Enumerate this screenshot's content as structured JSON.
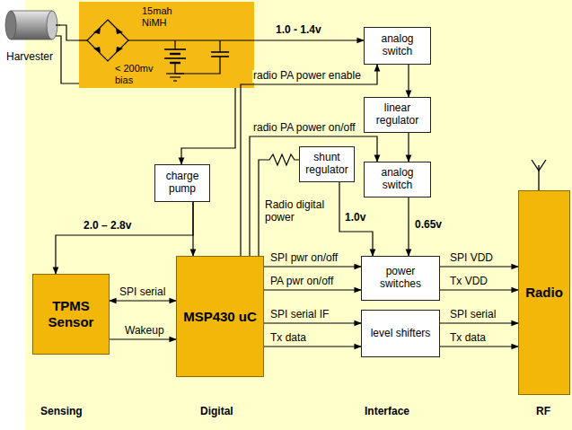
{
  "diagram": {
    "nodes": [
      {
        "text": [
          "Harvester"
        ]
      },
      {
        "text": [
          "15mah NiMH",
          "< 200mv bias"
        ]
      },
      {
        "text": [
          "analog switch"
        ]
      },
      {
        "text": [
          "linear regulator"
        ]
      },
      {
        "text": [
          "analog switch"
        ]
      },
      {
        "text": [
          "charge pump"
        ]
      },
      {
        "text": [
          "shunt regulator"
        ]
      },
      {
        "text": [
          "TPMS Sensor"
        ]
      },
      {
        "text": [
          "MSP430 uC"
        ]
      },
      {
        "text": [
          "power switches"
        ]
      },
      {
        "text": [
          "level shifters"
        ]
      },
      {
        "text": [
          "Radio"
        ]
      }
    ],
    "edges": [
      {
        "from": 0,
        "to": 1,
        "arrow": "none"
      },
      {
        "from": 1,
        "to": 2,
        "label": "1.0 - 1.4v",
        "arrow": "to"
      },
      {
        "from": 1,
        "to": 5,
        "arrow": "to"
      },
      {
        "from": 8,
        "to": 2,
        "label": "radio PA power enable",
        "arrow": "to"
      },
      {
        "from": 2,
        "to": 3,
        "arrow": "to"
      },
      {
        "from": 3,
        "to": 4,
        "arrow": "to"
      },
      {
        "from": 8,
        "to": 4,
        "label": "radio PA power on/off",
        "arrow": "to"
      },
      {
        "from": 8,
        "to": 6,
        "arrow": "none"
      },
      {
        "from": 6,
        "to": 9,
        "label": "1.0v",
        "arrow": "to"
      },
      {
        "from": 4,
        "to": 9,
        "label": "0.65v",
        "arrow": "to"
      },
      {
        "from": 5,
        "to": 8,
        "arrow": "to"
      },
      {
        "from": 5,
        "to": 7,
        "label": "2.0 – 2.8v",
        "arrow": "to"
      },
      {
        "from": 7,
        "to": 8,
        "label": "SPI serial",
        "arrow": "both"
      },
      {
        "from": 7,
        "to": 8,
        "label": "Wakeup",
        "arrow": "to"
      },
      {
        "from": 8,
        "to": 9,
        "label": "SPI pwr on/off",
        "arrow": "to"
      },
      {
        "from": 8,
        "to": 9,
        "label": "PA pwr on/off",
        "arrow": "to"
      },
      {
        "from": 8,
        "to": 10,
        "label": "SPI serial IF",
        "arrow": "to"
      },
      {
        "from": 8,
        "to": 10,
        "label": "Tx data",
        "arrow": "to"
      },
      {
        "from": 9,
        "to": 11,
        "label": "SPI VDD",
        "arrow": "to"
      },
      {
        "from": 9,
        "to": 11,
        "label": "Tx VDD",
        "arrow": "to"
      },
      {
        "from": 10,
        "to": 11,
        "label": "SPI serial",
        "arrow": "to"
      },
      {
        "from": 10,
        "to": 11,
        "label": "Tx data",
        "arrow": "to"
      }
    ],
    "labels": [
      "Radio digital power",
      "Sensing",
      "Digital",
      "Interface",
      "RF"
    ]
  }
}
